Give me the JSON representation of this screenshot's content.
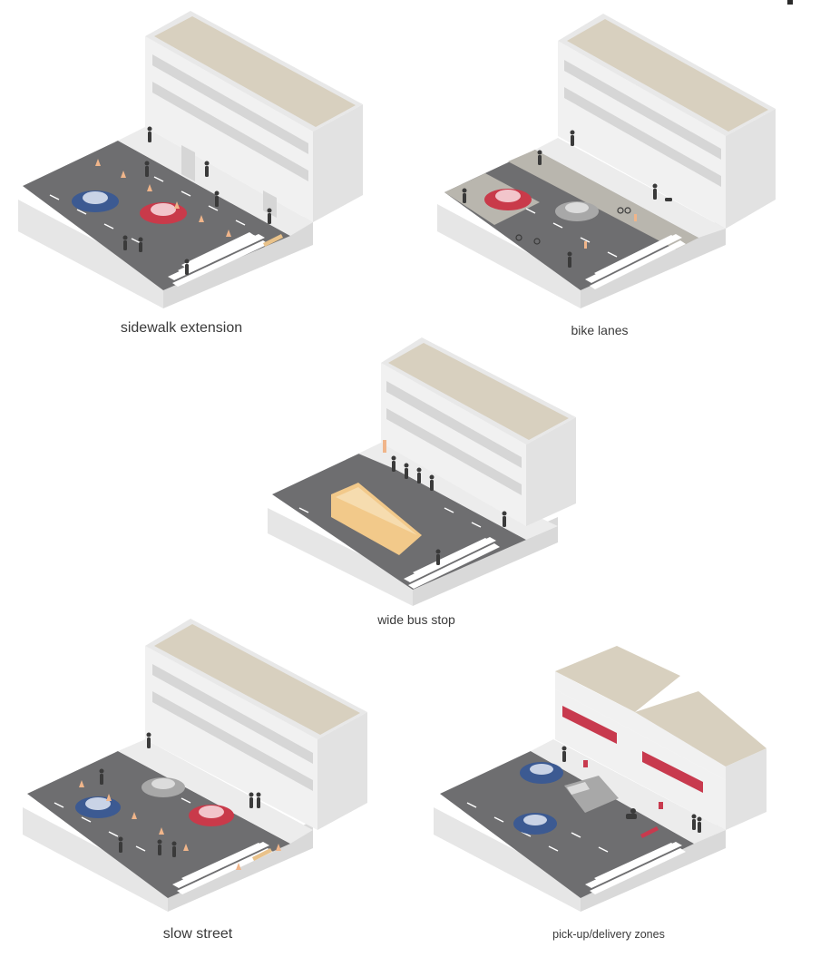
{
  "captions": {
    "sidewalk_extension": "sidewalk extension",
    "bike_lanes": "bike lanes",
    "wide_bus_stop": "wide bus stop",
    "slow_street": "slow street",
    "pickup_delivery": "pick-up/delivery zones"
  },
  "colors": {
    "road": "#6e6e70",
    "road_edge": "#e4e4e4",
    "sidewalk": "#ececec",
    "bike_lane": "#b9b6ae",
    "building_front": "#f1f1f1",
    "building_side": "#e2e2e2",
    "roof": "#d8d0bf",
    "window": "#d6d6d6",
    "crosswalk": "#ffffff",
    "car_blue": "#3c5a92",
    "car_red": "#c93a4a",
    "car_gray": "#a8a8a8",
    "bus": "#f2c98a",
    "cone": "#f0b58a",
    "awning": "#c83a4e",
    "figure": "#3a3a3a"
  },
  "icons": [
    "pedestrian-icon",
    "cyclist-icon",
    "dog-icon",
    "traffic-cone-icon",
    "bench-icon",
    "bus-stop-sign-icon"
  ]
}
